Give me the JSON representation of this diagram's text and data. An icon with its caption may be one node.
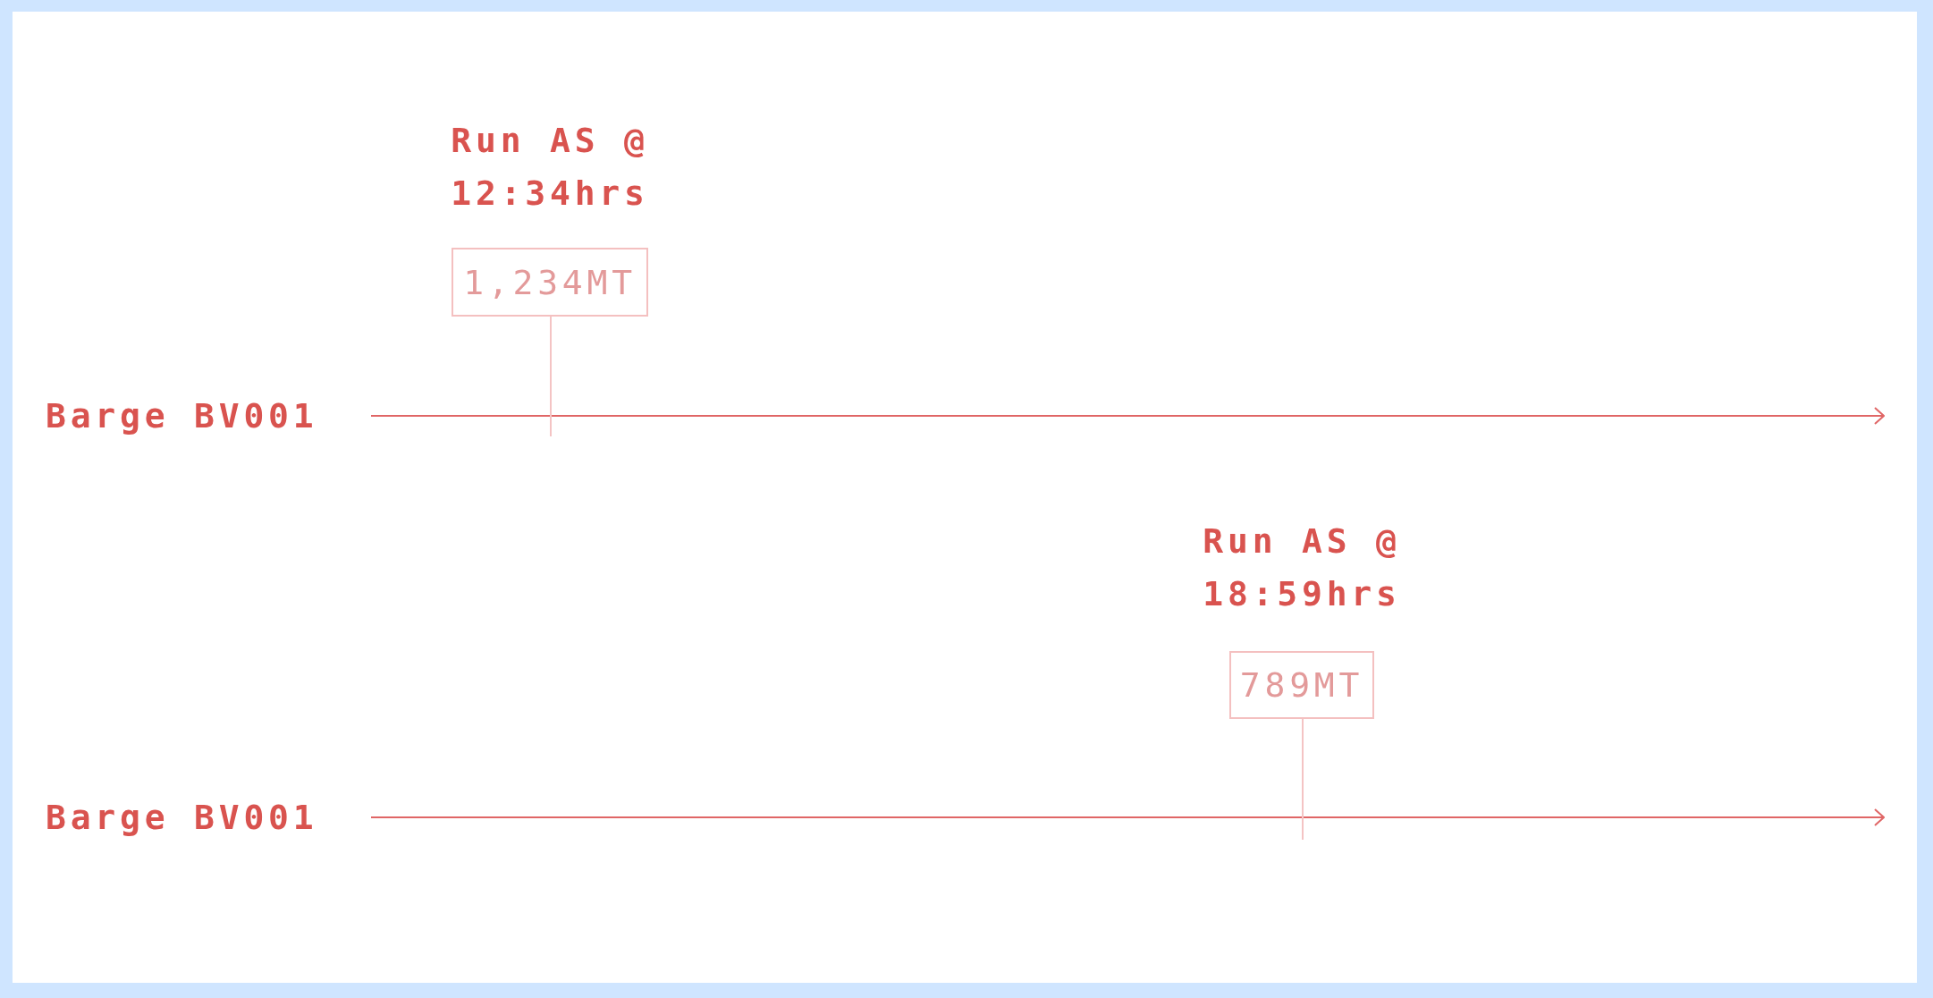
{
  "diagram": {
    "nodes": [
      {
        "text": [
          "Barge BV001"
        ]
      },
      {
        "text": [
          "1,234MT"
        ],
        "beside": [
          "Run AS @ 12:34hrs"
        ]
      },
      {
        "text": [
          "Barge BV001"
        ]
      },
      {
        "text": [
          "789MT"
        ],
        "beside": [
          "Run AS @ 18:59hrs"
        ]
      }
    ],
    "edges": [
      {
        "from": 0,
        "to": null,
        "arrow": "to"
      },
      {
        "from": 1,
        "to": null,
        "arrow": "none",
        "color": "#f4c4c4"
      },
      {
        "from": 2,
        "to": null,
        "arrow": "to"
      },
      {
        "from": 3,
        "to": null,
        "arrow": "none",
        "color": "#f4c4c4"
      }
    ]
  }
}
